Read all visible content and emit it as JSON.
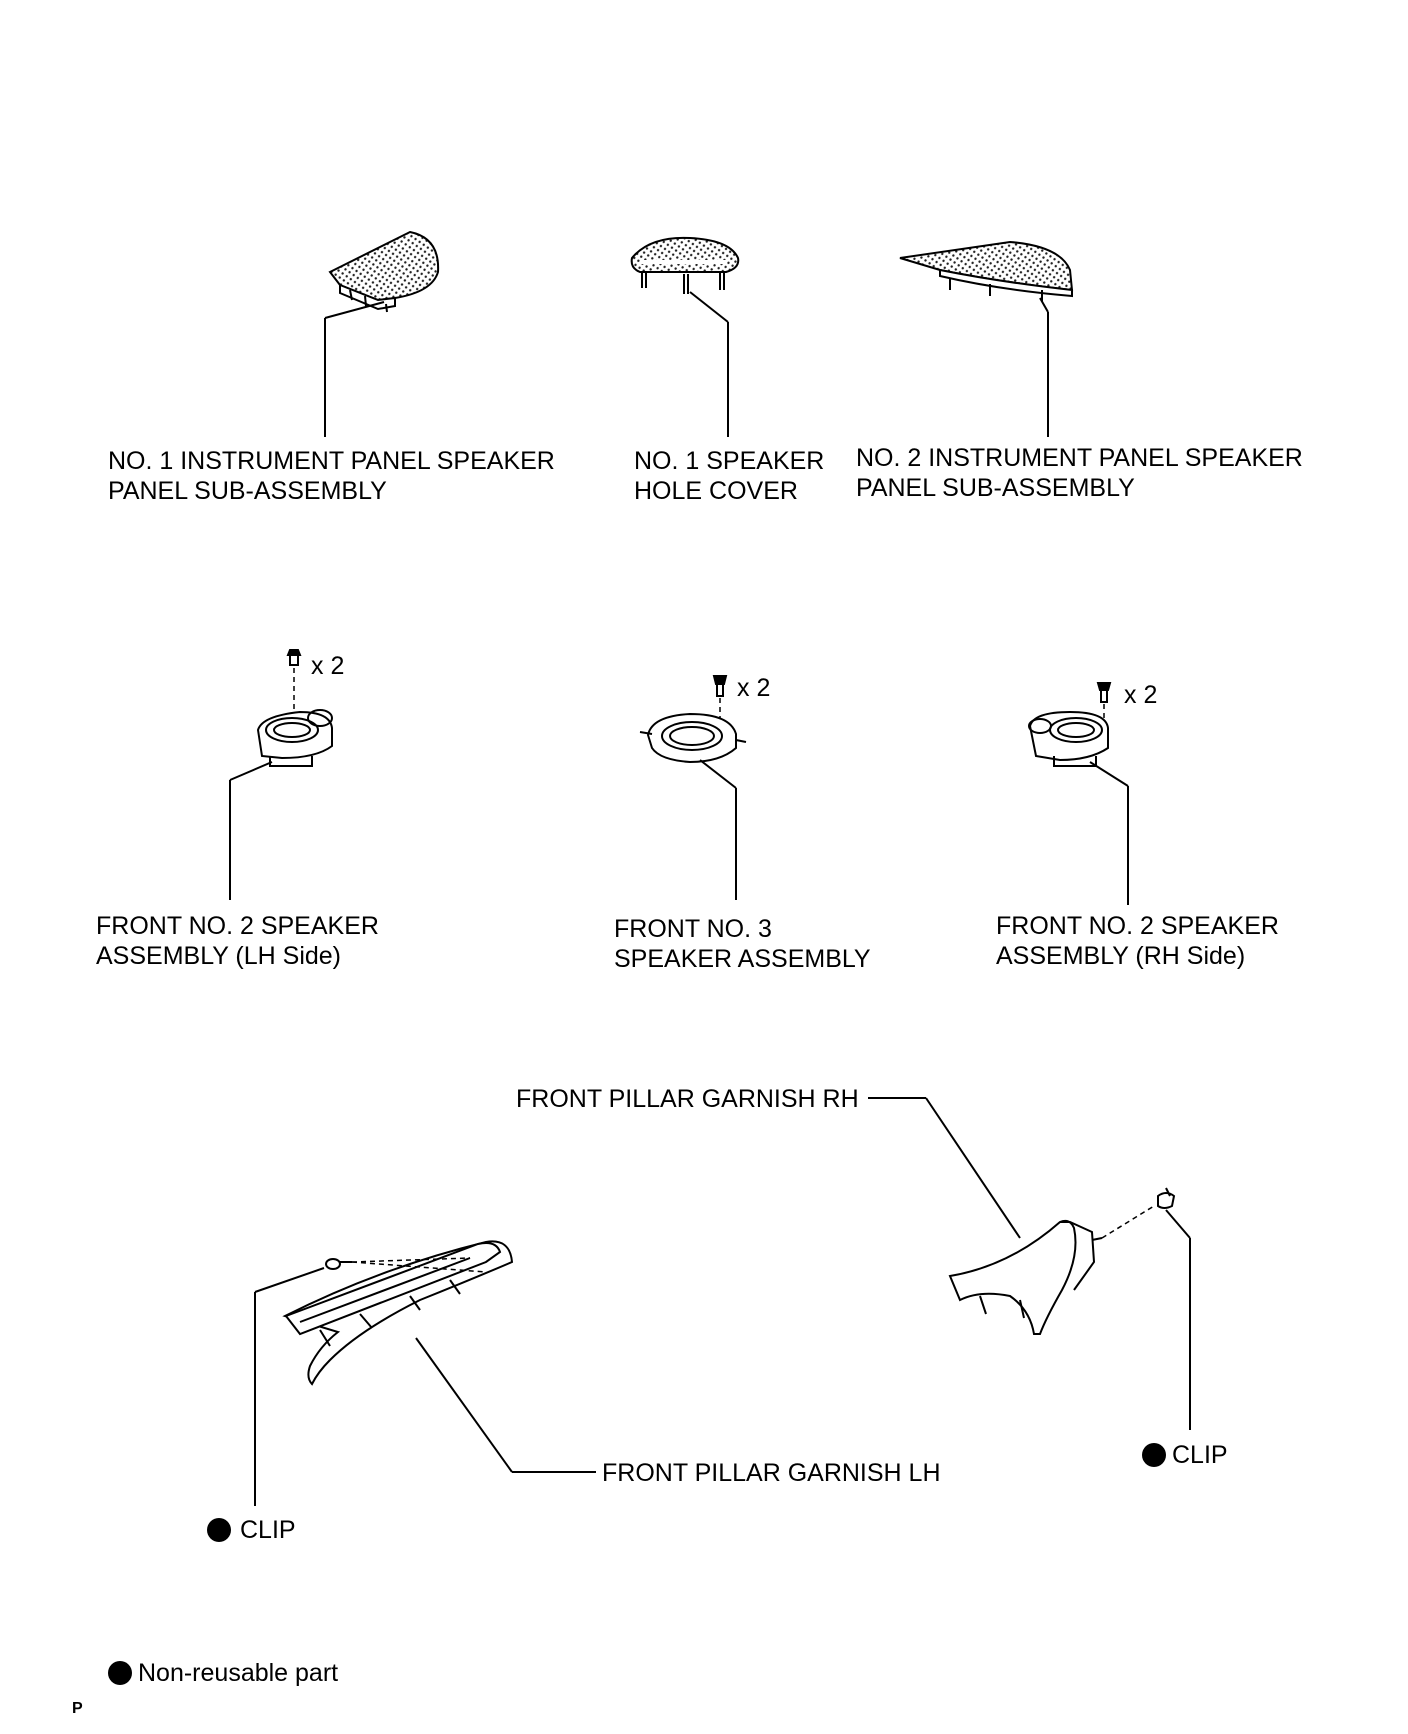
{
  "parts": {
    "ip_speaker_panel_1": {
      "line1": "NO. 1 INSTRUMENT PANEL SPEAKER",
      "line2": "PANEL SUB-ASSEMBLY"
    },
    "speaker_hole_cover_1": {
      "line1": "NO. 1 SPEAKER",
      "line2": "HOLE COVER"
    },
    "ip_speaker_panel_2": {
      "line1": "NO. 2 INSTRUMENT PANEL SPEAKER",
      "line2": "PANEL SUB-ASSEMBLY"
    },
    "front_no2_speaker_lh": {
      "line1": "FRONT NO. 2 SPEAKER",
      "line2": "ASSEMBLY (LH Side)",
      "screw_qty": "x 2"
    },
    "front_no3_speaker": {
      "line1": "FRONT NO. 3",
      "line2": "SPEAKER ASSEMBLY",
      "screw_qty": "x 2"
    },
    "front_no2_speaker_rh": {
      "line1": "FRONT NO. 2 SPEAKER",
      "line2": "ASSEMBLY (RH Side)",
      "screw_qty": "x 2"
    },
    "pillar_garnish_rh": {
      "label": "FRONT PILLAR GARNISH RH"
    },
    "pillar_garnish_lh": {
      "label": "FRONT PILLAR GARNISH LH"
    },
    "clip_lh": {
      "label": "CLIP"
    },
    "clip_rh": {
      "label": "CLIP"
    }
  },
  "legend": {
    "label": "Non-reusable part"
  },
  "corner_mark": "P"
}
